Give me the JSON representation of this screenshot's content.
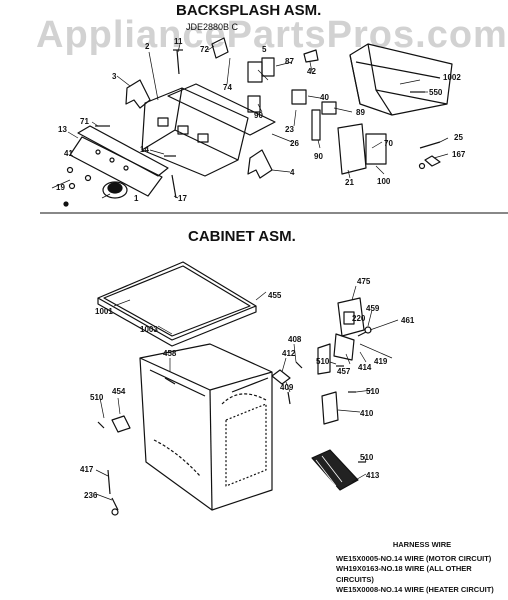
{
  "watermark": "AppliancePartsPros.com",
  "backsplash": {
    "title": "BACKSPLASH ASM.",
    "model": "JDE2880B C",
    "callouts": {
      "c2": "2",
      "c3": "3",
      "c11": "11",
      "c72": "72",
      "c74": "74",
      "c5": "5",
      "c87": "87",
      "c42": "42",
      "c1002": "1002",
      "c550": "550",
      "c90a": "90",
      "c23": "23",
      "c40": "40",
      "c89": "89",
      "c71": "71",
      "c13": "13",
      "c41": "41",
      "c14": "14",
      "c26": "26",
      "c25": "25",
      "c70": "70",
      "c167": "167",
      "c19": "19",
      "c1": "1",
      "c17": "17",
      "c4": "4",
      "c90b": "90",
      "c21": "21",
      "c100": "100"
    }
  },
  "cabinet": {
    "title": "CABINET ASM.",
    "callouts": {
      "c455": "455",
      "c1001": "1001",
      "c1003": "1003",
      "c475": "475",
      "c459": "459",
      "c220": "220",
      "c461": "461",
      "c408": "408",
      "c458": "458",
      "c412": "412",
      "c510a": "510",
      "c457": "457",
      "c414": "414",
      "c419": "419",
      "c409": "409",
      "c510b": "510",
      "c410": "410",
      "c510c": "510",
      "c454": "454",
      "c510d": "510",
      "c417": "417",
      "c413": "413",
      "c236": "236"
    }
  },
  "harness": {
    "title": "HARNESS WIRE",
    "lines": [
      "WE15X0005-NO.14 WIRE (MOTOR CIRCUIT)",
      "WH19X0163-NO.18 WIRE (ALL OTHER CIRCUITS)",
      "WE15X0008-NO.14 WIRE (HEATER CIRCUIT)"
    ]
  }
}
